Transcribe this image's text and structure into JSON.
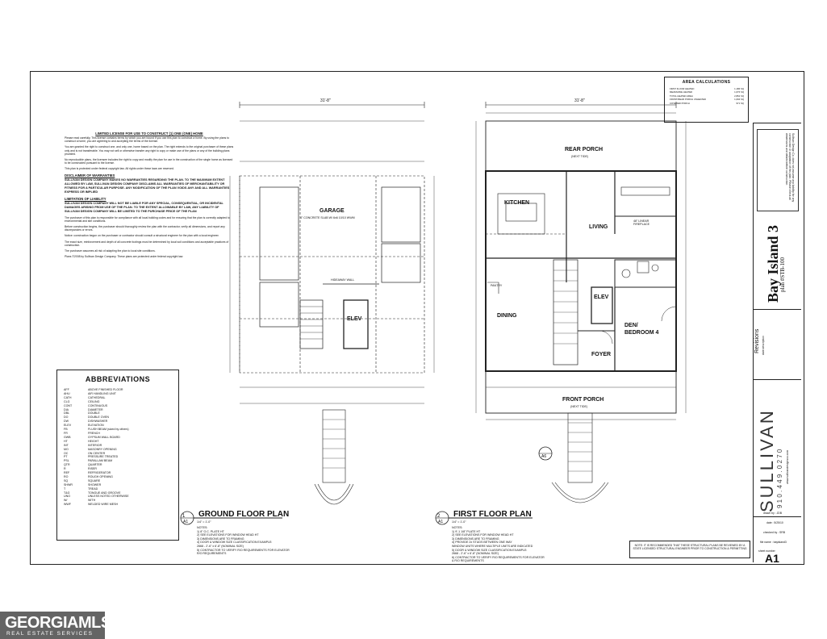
{
  "license": {
    "heading": "LIMITED LICENSE FOR USE TO CONSTRUCT (1) ONE (ONE) HOME",
    "p1": "Please read carefully. This license contains terms by which you are bound if you use this plan to construct a home. By using the plans to construct a home, you are agreeing to and accepting the terms of the license.",
    "p2": "You are granted the right to construct one, and only one, home based on the plan. The right extends to the original purchaser of these plans only and is not transferable. You may not sell or otherwise transfer any right to copy or make use of the plans or any of the building plans provided.",
    "p3": "No reproducible plans, the licensee includes the right to copy and modify the plan for use in the construction of the single home as licensed to be constructed pursuant to the license.",
    "p4": "This plan is protected under federal copyright law. All rights under these laws are reserved.",
    "disclaimer_heading": "DISCLAIMER OF WARRANTIES",
    "disclaimer_body": "SULLIVAN DESIGN COMPANY MAKES NO WARRANTIES REGARDING THE PLAN. TO THE MAXIMUM EXTENT ALLOWED BY LAW, SULLIVAN DESIGN COMPANY DISCLAIMS ALL WARRANTIES OF MERCHANTABILITY OR FITNESS FOR A PARTICULAR PURPOSE. ANY MODIFICATION OF THE PLAN VOIDS ANY AND ALL WARRANTIES EXPRESS OR IMPLIED",
    "liability_heading": "LIMITATION OF LIABILITY",
    "liability_body": "SULLIVAN DESIGN COMPANY WILL NOT BE LIABLE FOR ANY SPECIAL, CONSEQUENTIAL, OR INCIDENTAL DAMAGES ARISING FROM USE OF THE PLAN. TO THE EXTENT ALLOWABLE BY LAW, ANY LIABILITY OF SULLIVAN DESIGN COMPANY WILL BE LIMITED TO THE PURCHASE PRICE OF THE PLAN",
    "p5": "The purchaser of this plan is responsible for compliance with all local building codes and for ensuring that the plan is correctly adapted to environmental and site conditions.",
    "p6": "Before construction begins, the purchaser should thoroughly review the plan with the contractor, verify all dimensions, and report any discrepancies or errors.",
    "p7": "Notice: construction begun on the purchaser or contractor should consult a structural engineer for the plan with a local engineer.",
    "p8": "The exact size, reinforcement and depth of all concrete footings must be determined by local soil conditions and acceptable practices of construction.",
    "p9": "The purchaser assumes all risk of adapting the plan to local site conditions.",
    "copyright": "Plans ©2008 by Sullivan Design Company. These plans are protected under federal copyright law."
  },
  "abbreviations": {
    "title": "ABBREVIATIONS",
    "items": [
      [
        "AFF",
        "ABOVE FINISHED FLOOR"
      ],
      [
        "AHU",
        "AIR HANDLING UNIT"
      ],
      [
        "CATH",
        "CATHEDRAL"
      ],
      [
        "CLG",
        "CEILING"
      ],
      [
        "CONT",
        "CONTINUOUS"
      ],
      [
        "DIA",
        "DIAMETER"
      ],
      [
        "DBL",
        "DOUBLE"
      ],
      [
        "DO",
        "DOUBLE OVEN"
      ],
      [
        "DW",
        "DISHWASHER"
      ],
      [
        "ELEV",
        "ELEVATION"
      ],
      [
        "FB",
        "FLUSH BEAM (sized by others)"
      ],
      [
        "FR",
        "FRENCH"
      ],
      [
        "GWB",
        "GYPSUM WALL BOARD"
      ],
      [
        "HT",
        "HEIGHT"
      ],
      [
        "INT",
        "INTERIOR"
      ],
      [
        "MO",
        "MASONRY OPENING"
      ],
      [
        "OC",
        "ON CENTER"
      ],
      [
        "PT",
        "PRESSURE TREATED"
      ],
      [
        "PSL",
        "PARALLAM BEAM"
      ],
      [
        "QTR",
        "QUARTER"
      ],
      [
        "R",
        "RISER"
      ],
      [
        "REF",
        "REFRIGERATOR"
      ],
      [
        "RO",
        "ROUGH OPENING"
      ],
      [
        "SQ",
        "SQUARE"
      ],
      [
        "SHWR",
        "SHOWER"
      ],
      [
        "T",
        "TREAD"
      ],
      [
        "T&G",
        "TONGUE AND GROOVE"
      ],
      [
        "UNO",
        "UNLESS NOTED OTHERWISE"
      ],
      [
        "W/",
        "WITH"
      ],
      [
        "WWF",
        "WELDED WIRE MESH"
      ]
    ]
  },
  "area": {
    "title": "AREA CALCULATIONS",
    "rows": [
      [
        "FIRST FLOOR HEATED",
        "1,186 SQ"
      ],
      [
        "MEZZANINE HEATED",
        "1,676 SQ"
      ],
      [
        "TOTAL HEATED AREA",
        "2,862 SQ"
      ],
      [
        "FRONT/REAR PORCH UNHEATED",
        "1,094 SQ"
      ],
      [
        "COVERED PORCH",
        "971 SQ"
      ]
    ]
  },
  "ground_plan": {
    "number": "1",
    "sheet_ref": "A1",
    "title": "GROUND FLOOR PLAN",
    "scale": "1/4\" = 1'-0\"",
    "overall_dim": "31'-8\"",
    "garage": "GARAGE",
    "garage_note": "4\" CONCRETE SLAB W/ 6x6 10/10 WWM",
    "elev": "ELEV",
    "hideaway": "HIDEAWAY WALL",
    "notes": [
      "NOTES:",
      "1) 8\" O.C. PLATE HT",
      "2) SEE ELEVATIONS FOR WINDOW HEAD HT",
      "3) DIMENSIONS ARE TO FRAMING",
      "4) DOOR & WINDOW SIZE CLASSIFICATION EXAMPLE:",
      "   2668 - 2'-6\" x 6'-8\" (NOMINAL SIZE)",
      "5) CONTRACTOR TO VERIFY R/O REQUIREMENTS FOR ELEVATOR",
      "   R/O REQUIREMENTS"
    ]
  },
  "first_plan": {
    "number": "2",
    "sheet_ref": "A1",
    "title": "FIRST FLOOR PLAN",
    "scale": "1/4\" = 1'-0\"",
    "overall_dim": "31'-8\"",
    "rear_porch": "REAR PORCH",
    "rear_porch_sub": "(NEXT TIDE)",
    "kitchen": "KITCHEN",
    "living": "LIVING",
    "dining": "DINING",
    "elev": "ELEV",
    "den": "DEN/",
    "bedroom": "BEDROOM 4",
    "foyer": "FOYER",
    "front_porch": "FRONT PORCH",
    "front_porch_sub": "(NEXT TIDE)",
    "pantry": "PANTRY",
    "fireplace": "48\" LINEAR FIREPLACE",
    "section_ref": "A6",
    "notes": [
      "NOTES:",
      "1) 9'-1 1/8\" PLATE HT",
      "2) SEE ELEVATIONS FOR WINDOW HEAD HT",
      "3) DIMENSIONS ARE TO FRAMING",
      "4) PROVIDE 2x STUDS BETWEEN ONE WAY",
      "   WINDOW UNITS WHERE MULTIPLE UNITS ARE INDICATED",
      "5) DOOR & WINDOW SIZE CLASSIFICATION EXAMPLE:",
      "   2668 - 2'-6\" x 6'-8\" (NOMINAL SIZE)",
      "6) CONTRACTOR TO VERIFY R/O REQUIREMENTS FOR ELEVATOR",
      "   & R/O REQUIREMENTS"
    ]
  },
  "structural_note": "NOTE: IT IS RECOMMENDED THAT THESE STRUCTURAL PLANS BE REVIEWED BY A STATE LICENSED STRUCTURAL ENGINEER PRIOR TO CONSTRUCTION & PERMITTING",
  "titleblock": {
    "project": "Bay Island 3",
    "plan_no": "plan #STB-100",
    "revisions": "Revisions",
    "revisions_sub": "date   description",
    "company": "SULLIVAN",
    "phone": "9 1 0 . 4 4 9 . 0 2 7 0",
    "website": "www.sullivandesignsco.com",
    "drawn_by": "drawn by : JDB",
    "date": "date : 5/25/10",
    "checked_by": "checked by : SRB",
    "file_name": "file name : bayisland3",
    "sheet_label": "sheet number",
    "sheet": "A1",
    "copyright": "copyright 2021 Sullivan Design Co. All rights reserved",
    "note": "Sullivan Design Co. does not assume any liability for any construction or adaptation of this plan. Please check all dimensions and details before construction."
  },
  "watermark": {
    "logo": "GEORGIAMLS",
    "sub": "REAL ESTATE SERVICES"
  }
}
